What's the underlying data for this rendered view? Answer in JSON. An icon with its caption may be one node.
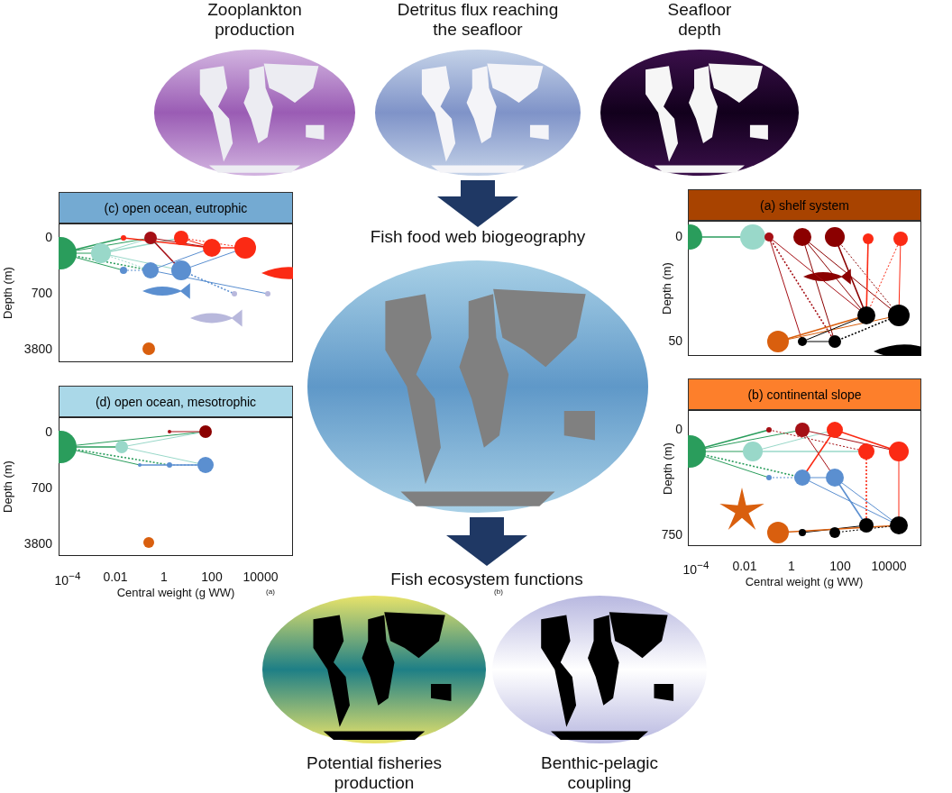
{
  "diagram": {
    "nodes": [
      {
        "text": [
          "Zooplankton production"
        ]
      },
      {
        "text": [
          "Detritus flux reaching the seafloor"
        ]
      },
      {
        "text": [
          "Seafloor depth"
        ]
      },
      {
        "text": [
          "(c) open ocean, eutrophic"
        ]
      },
      {
        "text": [
          "Fish food web biogeography"
        ]
      },
      {
        "text": [
          "(a) shelf system"
        ]
      },
      {
        "text": [
          "(d) open ocean, mesotrophic"
        ]
      },
      {
        "text": [
          "(b) continental slope"
        ]
      },
      {
        "text": [
          "Fish ecosystem functions"
        ]
      },
      {
        "text": [
          "Potential fisheries production"
        ]
      },
      {
        "text": [
          "Benthic-pelagic coupling"
        ]
      }
    ],
    "edges": [
      {
        "from": 1,
        "to": 4,
        "arrow": "to"
      },
      {
        "from": 4,
        "to": 8,
        "arrow": "to"
      }
    ],
    "labels": [
      "0",
      "700",
      "3800",
      "Depth (m)",
      "0",
      "50",
      "Depth (m)",
      "0",
      "700",
      "3800",
      "Depth (m)",
      "0",
      "750",
      "Depth (m)",
      "10$^{−4}$",
      "0.01",
      "1",
      "100",
      "10000",
      "Central weight (g WW)",
      "(a)",
      "(b)",
      "10$^{−4}$",
      "0.01",
      "1",
      "100",
      "10000",
      "Central weight (g WW)"
    ]
  }
}
